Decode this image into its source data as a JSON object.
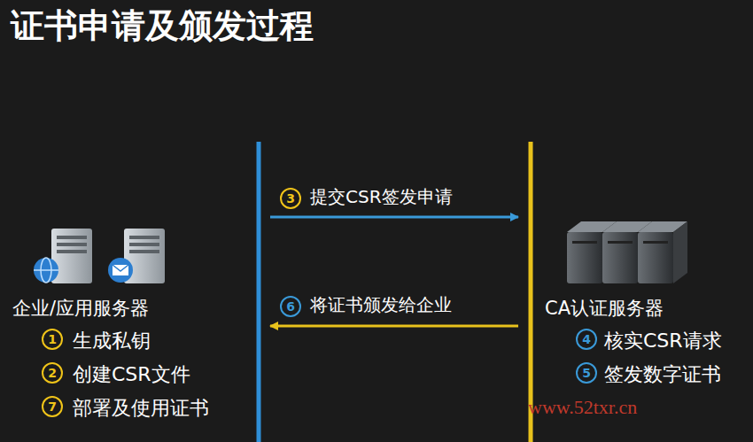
{
  "diagram": {
    "title": "证书申请及颁发过程",
    "nodes": [
      {
        "text": [
          "企业/应用服务器",
          "生成私钥",
          "创建CSR文件",
          "部署及使用证书"
        ]
      },
      {
        "text": [
          "CA认证服务器",
          "核实CSR请求",
          "签发数字证书"
        ]
      }
    ],
    "edges": [
      {
        "from": 0,
        "to": 1,
        "arrow": "to",
        "label": "提交CSR签发申请"
      },
      {
        "from": 1,
        "to": 0,
        "arrow": "to",
        "label": "将证书颁发给企业"
      }
    ],
    "labels": [
      "1",
      "2",
      "7",
      "3",
      "6",
      "4",
      "5",
      "www.52txr.cn"
    ]
  }
}
